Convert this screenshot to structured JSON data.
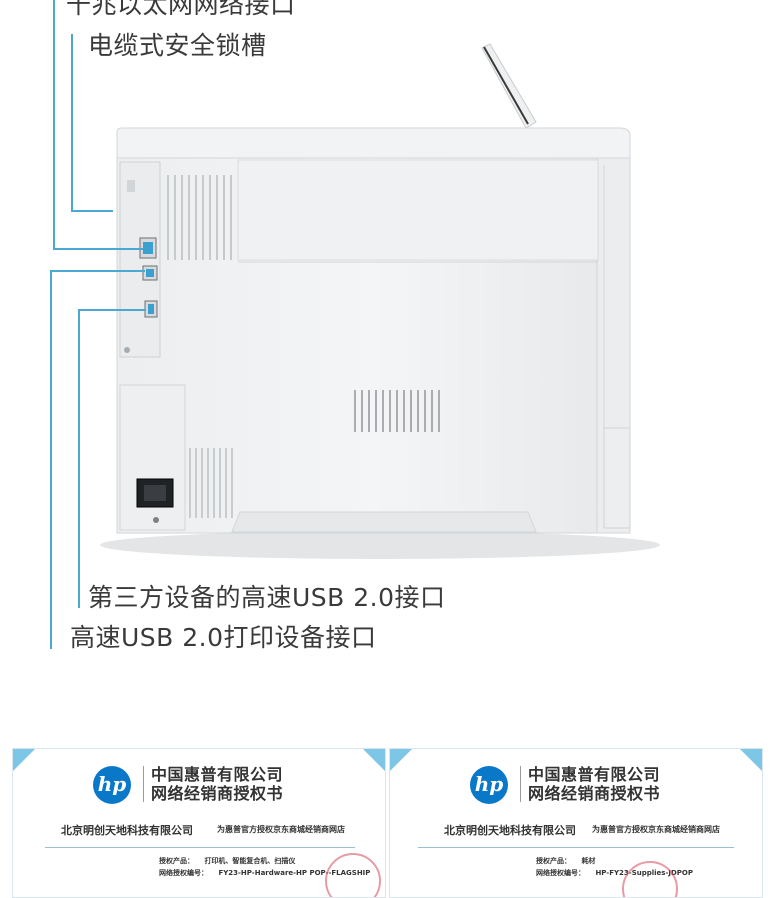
{
  "callouts": {
    "gigabit_ethernet": "千兆以太网网络接口",
    "cable_lock": "电缆式安全锁槽",
    "third_party_usb": "第三方设备的高速USB 2.0接口",
    "usb_print": "高速USB 2.0打印设备接口"
  },
  "colors": {
    "accent_line": "#4aa8d2",
    "hp_blue": "#0a78c8",
    "cert_corner": "#7ec6e6",
    "stamp_red": "#d6485c"
  },
  "certificates": [
    {
      "title_line1": "中国惠普有限公司",
      "title_line2": "网络经销商授权书",
      "company": "北京明创天地科技有限公司",
      "description": "为惠普官方授权京东商城经销商网店",
      "product_label": "授权产品：",
      "product_value": "打印机、智能复合机、扫描仪",
      "code_label": "网络授权编号：",
      "code_value": "FY23-HP-Hardware-HP POP--FLAGSHIP",
      "logo_text": "hp"
    },
    {
      "title_line1": "中国惠普有限公司",
      "title_line2": "网络经销商授权书",
      "company": "北京明创天地科技有限公司",
      "description": "为惠普官方授权京东商城经销商网店",
      "product_label": "授权产品：",
      "product_value": "耗材",
      "code_label": "网络授权编号：",
      "code_value": "HP-FY23-Supplies-JDPOP",
      "logo_text": "hp"
    }
  ]
}
